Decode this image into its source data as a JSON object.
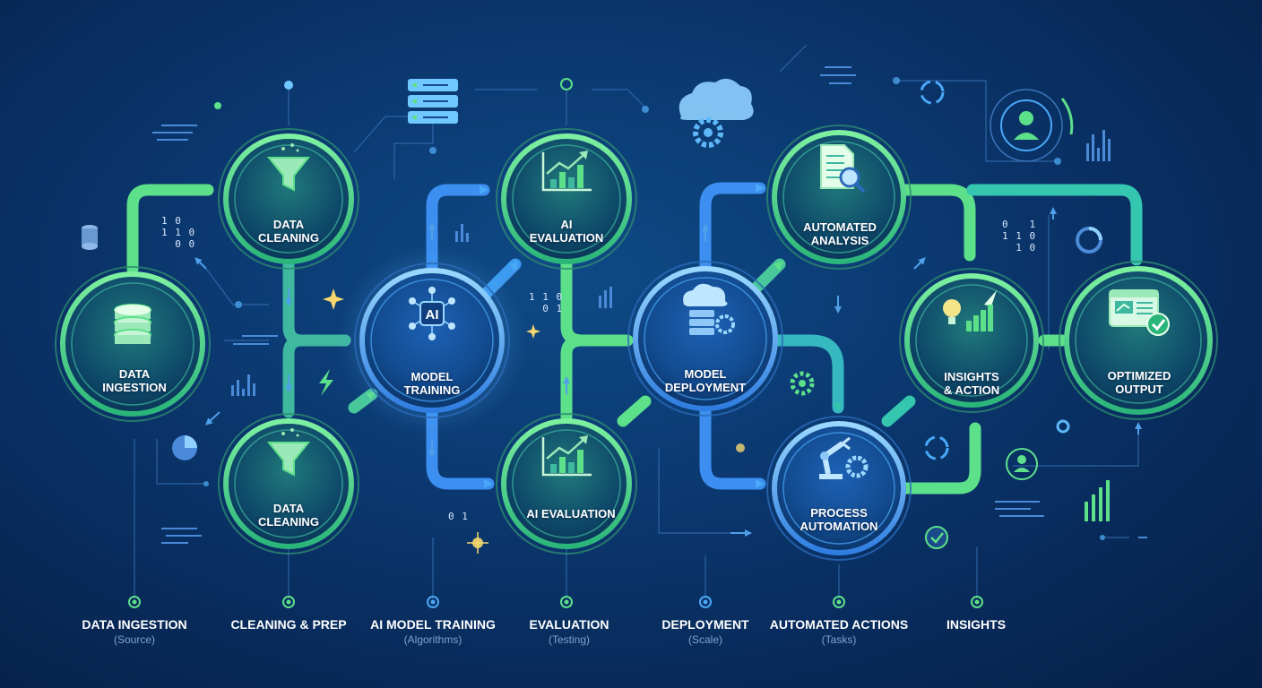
{
  "colors": {
    "background": "#0b3a72",
    "green": "#4ade80",
    "blue": "#38a0f8",
    "teal": "#2ec4b6",
    "white": "#ffffff",
    "muted": "#7fa3cf"
  },
  "nodes": [
    {
      "id": "data-ingestion",
      "label": "DATA\nINGESTION",
      "icon": "database-icon"
    },
    {
      "id": "data-cleaning-top",
      "label": "DATA\nCLEANING",
      "icon": "funnel-icon"
    },
    {
      "id": "data-cleaning-bottom",
      "label": "DATA\nCLEANING",
      "icon": "funnel-icon"
    },
    {
      "id": "model-training",
      "label": "MODEL\nTRAINING",
      "icon": "ai-network-icon"
    },
    {
      "id": "ai-evaluation-top",
      "label": "AI\nEVALUATION",
      "icon": "chart-up-icon"
    },
    {
      "id": "ai-evaluation-bottom",
      "label": "AI EVALUATION",
      "icon": "chart-up-icon"
    },
    {
      "id": "model-deployment",
      "label": "MODEL\nDEPLOYMENT",
      "icon": "cloud-server-icon"
    },
    {
      "id": "automated-analysis",
      "label": "AUTOMATED\nANALYSIS",
      "icon": "document-search-icon"
    },
    {
      "id": "process-automation",
      "label": "PROCESS\nAUTOMATION",
      "icon": "robot-arm-icon"
    },
    {
      "id": "insights-action",
      "label": "INSIGHTS\n& ACTION",
      "icon": "lightbulb-rocket-icon"
    },
    {
      "id": "optimized-output",
      "label": "OPTIMIZED\nOUTPUT",
      "icon": "dashboard-check-icon"
    }
  ],
  "stages": [
    {
      "title": "DATA INGESTION",
      "subtitle": "(Source)"
    },
    {
      "title": "CLEANING & PREP",
      "subtitle": ""
    },
    {
      "title": "AI MODEL TRAINING",
      "subtitle": "(Algorithms)"
    },
    {
      "title": "EVALUATION",
      "subtitle": "(Testing)"
    },
    {
      "title": "DEPLOYMENT",
      "subtitle": "(Scale)"
    },
    {
      "title": "AUTOMATED ACTIONS",
      "subtitle": "(Tasks)"
    },
    {
      "title": "INSIGHTS",
      "subtitle": ""
    }
  ],
  "binary": [
    "1 0\n1 1 0\n  0 0",
    "1 1 0\n  0 1",
    "0 1",
    "0   1\n1 1 0\n  1 0"
  ],
  "ai_chip_text": "AI",
  "icons": [
    "server-stack-icon",
    "cloud-gear-icon",
    "user-target-icon",
    "pie-chart-icon",
    "sparkle-icon",
    "lightning-icon",
    "gear-icon",
    "check-circle-icon",
    "user-icon"
  ]
}
